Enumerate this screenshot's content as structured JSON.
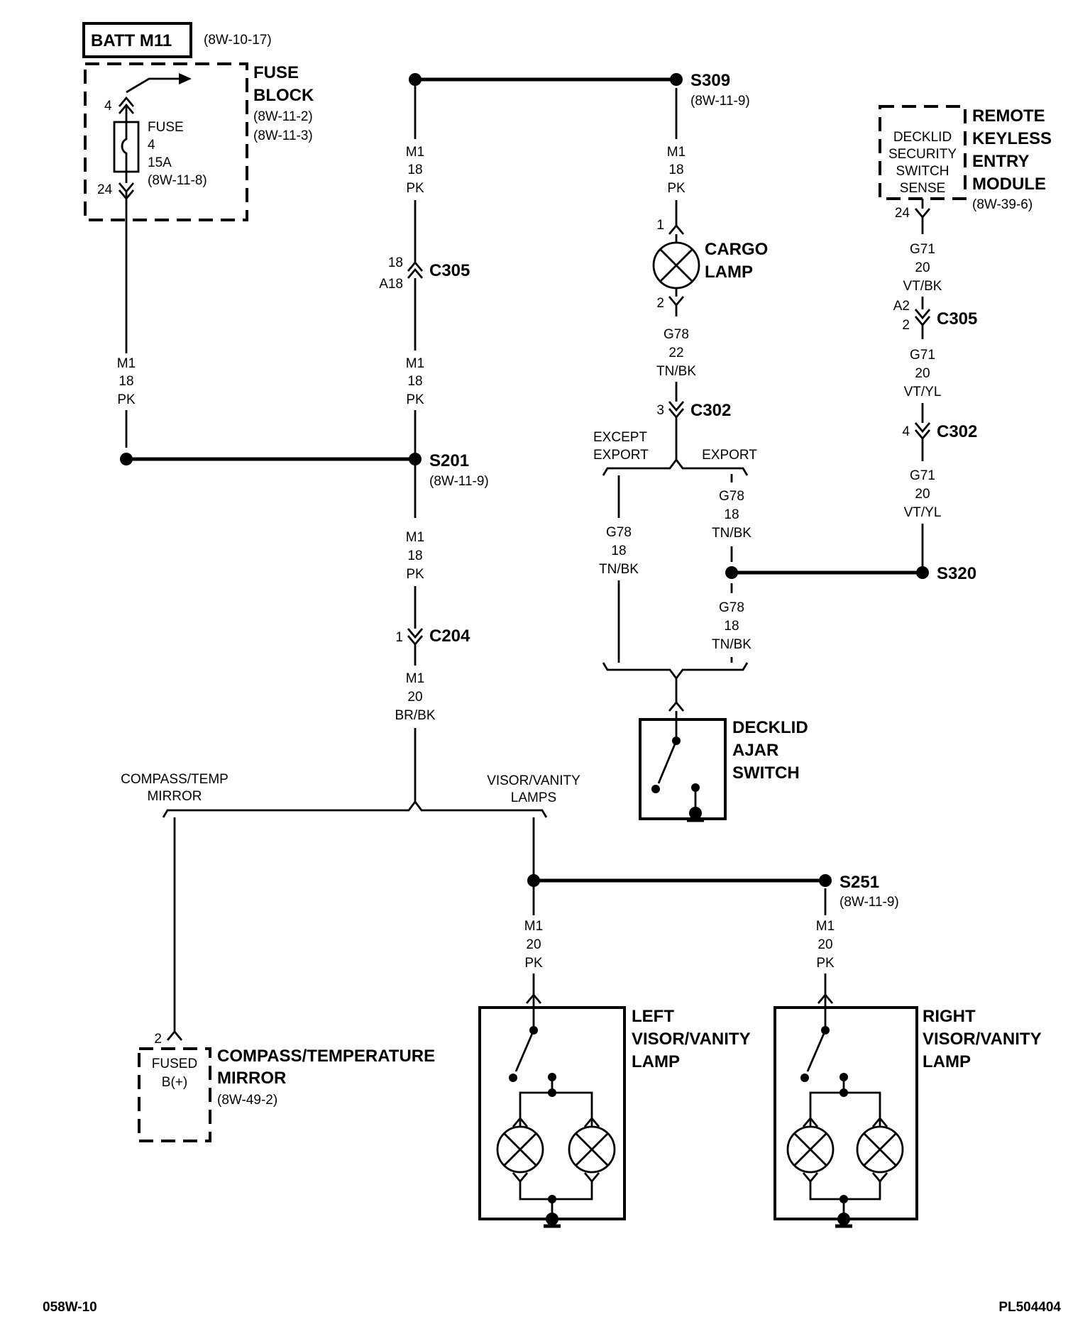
{
  "title_box": "BATT M11",
  "title_ref": "(8W-10-17)",
  "fuse_block": {
    "label": [
      "FUSE",
      "BLOCK"
    ],
    "refs": [
      "(8W-11-2)",
      "(8W-11-3)"
    ],
    "pin_in": "4",
    "pin_out": "24",
    "fuse_text": [
      "FUSE",
      "4",
      "15A",
      "(8W-11-8)"
    ]
  },
  "splices": {
    "s309": {
      "name": "S309",
      "ref": "(8W-11-9)"
    },
    "s201": {
      "name": "S201",
      "ref": "(8W-11-9)"
    },
    "s320": {
      "name": "S320"
    },
    "s251": {
      "name": "S251",
      "ref": "(8W-11-9)"
    }
  },
  "connectors": {
    "c305_left": {
      "name": "C305",
      "pins": [
        "18",
        "A18"
      ]
    },
    "c204": {
      "name": "C204",
      "pin": "1"
    },
    "c302_center": {
      "name": "C302",
      "pin": "3"
    },
    "c305_right": {
      "name": "C305",
      "pins": [
        "A2",
        "2"
      ]
    },
    "c302_right": {
      "name": "C302",
      "pin": "4"
    }
  },
  "wires": {
    "m1_18_pk": [
      "M1",
      "18",
      "PK"
    ],
    "m1_20_brbk": [
      "M1",
      "20",
      "BR/BK"
    ],
    "m1_20_pk": [
      "M1",
      "20",
      "PK"
    ],
    "g78_22_tnbk": [
      "G78",
      "22",
      "TN/BK"
    ],
    "g78_18_tnbk": [
      "G78",
      "18",
      "TN/BK"
    ],
    "g71_20_vtbk": [
      "G71",
      "20",
      "VT/BK"
    ],
    "g71_20_vtyl": [
      "G71",
      "20",
      "VT/YL"
    ]
  },
  "cargo_lamp": {
    "label": [
      "CARGO",
      "LAMP"
    ],
    "pin_top": "1",
    "pin_bottom": "2"
  },
  "rke_module": {
    "label": [
      "REMOTE",
      "KEYLESS",
      "ENTRY",
      "MODULE"
    ],
    "ref": "(8W-39-6)",
    "inner": [
      "DECKLID",
      "SECURITY",
      "SWITCH",
      "SENSE"
    ],
    "pin": "24"
  },
  "branches": {
    "except_export": [
      "EXCEPT",
      "EXPORT"
    ],
    "export": "EXPORT",
    "compass_mirror": [
      "COMPASS/TEMP",
      "MIRROR"
    ],
    "visor_lamps": [
      "VISOR/VANITY",
      "LAMPS"
    ]
  },
  "decklid_switch": {
    "label": [
      "DECKLID",
      "AJAR",
      "SWITCH"
    ]
  },
  "compass_mirror": {
    "label": [
      "COMPASS/TEMPERATURE",
      "MIRROR"
    ],
    "ref": "(8W-49-2)",
    "inner": [
      "FUSED",
      "B(+)"
    ],
    "pin": "2"
  },
  "left_visor": {
    "label": [
      "LEFT",
      "VISOR/VANITY",
      "LAMP"
    ]
  },
  "right_visor": {
    "label": [
      "RIGHT",
      "VISOR/VANITY",
      "LAMP"
    ]
  },
  "footer": {
    "left": "058W-10",
    "right": "PL504404"
  }
}
